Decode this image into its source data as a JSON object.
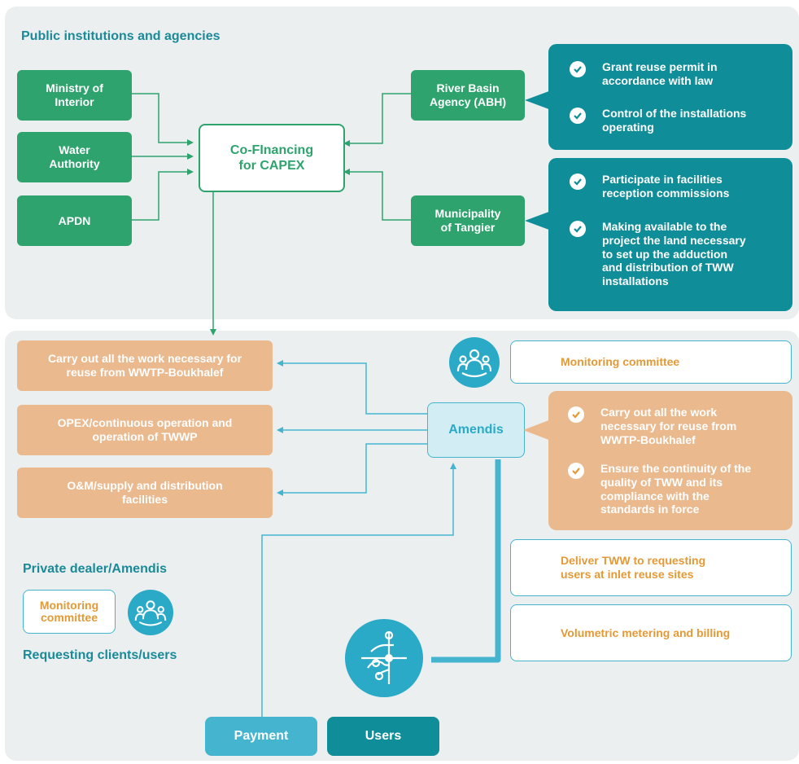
{
  "public": {
    "title": "Public institutions and agencies",
    "ministry": "Ministry of\nInterior",
    "water": "Water\nAuthority",
    "apdn": "APDN",
    "cofinancing": "Co-FInancing\nfor CAPEX",
    "abh": "River Basin\nAgency (ABH)",
    "tangier": "Municipality\nof Tangier",
    "abh_tasks": [
      "Grant reuse permit in\naccordance with law",
      "Control of the installations\noperating"
    ],
    "tangier_tasks": [
      "Participate in facilities\nreception commissions",
      "Making available to the\nproject the land necessary\nto set up the adduction\nand distribution of TWW\ninstallations"
    ]
  },
  "private": {
    "work": "Carry out all the work necessary for\nreuse from WWTP-Boukhalef",
    "opex": "OPEX/continuous operation and\noperation of TWWP",
    "om": "O&M/supply and distribution\nfacilities",
    "amendis": "Amendis",
    "monitoring": "Monitoring committee",
    "amendis_tasks": [
      "Carry out all the work\nnecessary for reuse from\nWWTP-Boukhalef",
      "Ensure the continuity of the\nquality of TWW and its\ncompliance with the\nstandards in force"
    ],
    "deliver": "Deliver TWW to requesting\nusers at inlet reuse sites",
    "metering": "Volumetric metering and billing",
    "dealer_title": "Private dealer/Amendis",
    "legend_label": "Monitoring\ncommittee",
    "clients_title": "Requesting clients/users",
    "payment": "Payment",
    "users": "Users"
  },
  "colors": {
    "green": "#2ea36e",
    "teal_dark": "#0f8d99",
    "teal_light": "#45b5cf",
    "orange": "#eab98e",
    "orange_text": "#e39a36",
    "title_teal": "#1a8a98",
    "panel": "#eceff0"
  },
  "icons": [
    "check-icon",
    "people-icon",
    "network-icon"
  ]
}
